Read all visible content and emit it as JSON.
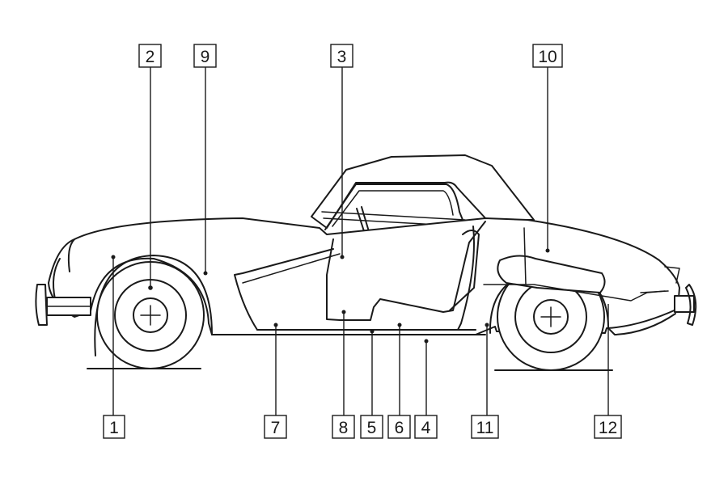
{
  "callouts": [
    {
      "id": "1",
      "text": "1"
    },
    {
      "id": "2",
      "text": "2"
    },
    {
      "id": "3",
      "text": "3"
    },
    {
      "id": "4",
      "text": "4"
    },
    {
      "id": "5",
      "text": "5"
    },
    {
      "id": "6",
      "text": "6"
    },
    {
      "id": "7",
      "text": "7"
    },
    {
      "id": "8",
      "text": "8"
    },
    {
      "id": "9",
      "text": "9"
    },
    {
      "id": "10",
      "text": "10"
    },
    {
      "id": "11",
      "text": "11"
    },
    {
      "id": "12",
      "text": "12"
    }
  ],
  "colors": {
    "line": "#1a1a1a",
    "background": "#ffffff"
  }
}
